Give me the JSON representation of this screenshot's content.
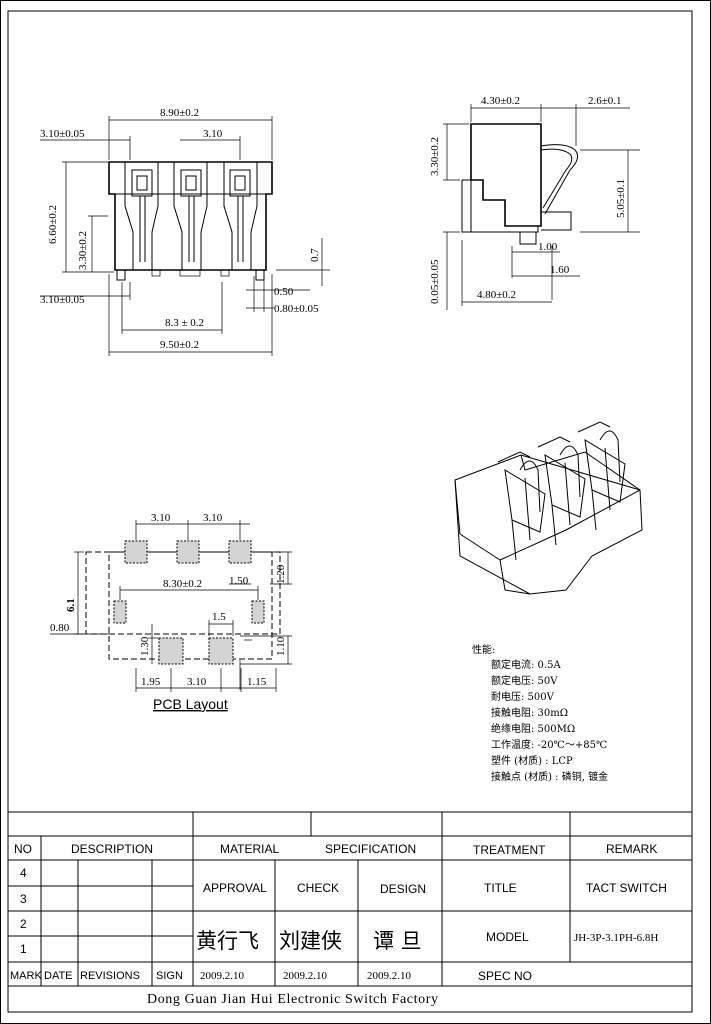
{
  "front_view": {
    "dims": [
      "8.90±0.2",
      "3.10±0.05",
      "3.10",
      "6.60±0.2",
      "3.30±0.2",
      "0.7",
      "0.50",
      "0.80±0.05",
      "3.10±0.05",
      "8.3 ± 0.2",
      "9.50±0.2"
    ]
  },
  "side_view": {
    "dims": [
      "4.30±0.2",
      "2.6±0.1",
      "3.30±0.2",
      "5.05±0.1",
      "1.00",
      "1.60",
      "0.05±0.05",
      "4.80±0.2"
    ]
  },
  "pcb": {
    "dims": [
      "3.10",
      "3.10",
      "8.30±0.2",
      "1.50",
      "1.20",
      "6.1",
      "0.80",
      "1.5",
      "1.30",
      "1.10",
      "1.95",
      "3.10",
      "1.15"
    ],
    "title": "PCB Layout"
  },
  "specs": {
    "heading": "性能:",
    "lines": [
      "额定电流: 0.5A",
      "额定电压: 50V",
      "耐电压: 500V",
      "接触电阻: 30mΩ",
      "绝缘电阻: 500MΩ",
      "工作温度: -20℃～+85℃",
      "塑件 (材质) : LCP",
      "接触点 (材质) : 磷铜, 镀金"
    ]
  },
  "title_block": {
    "no": "NO",
    "description": "DESCRIPTION",
    "material": "MATERIAL",
    "specification": "SPECIFICATION",
    "treatment": "TREATMENT",
    "remark": "REMARK",
    "rows": [
      "4",
      "3",
      "2",
      "1"
    ],
    "approval": "APPROVAL",
    "check": "CHECK",
    "design": "DESIGN",
    "title_label": "TITLE",
    "title_value": "TACT SWITCH",
    "model_label": "MODEL",
    "model_value": "JH-3P-3.1PH-6.8H",
    "approval_sig": "黄行飞",
    "check_sig": "刘建侠",
    "design_sig": "谭 旦",
    "mark": "MARK",
    "date": "DATE",
    "revisions": "REVISIONS",
    "sign": "SIGN",
    "approval_date": "2009.2.10",
    "check_date": "2009.2.10",
    "design_date": "2009.2.10",
    "spec_no": "SPEC NO",
    "factory": "Dong Guan Jian Hui Electronic Switch Factory"
  }
}
